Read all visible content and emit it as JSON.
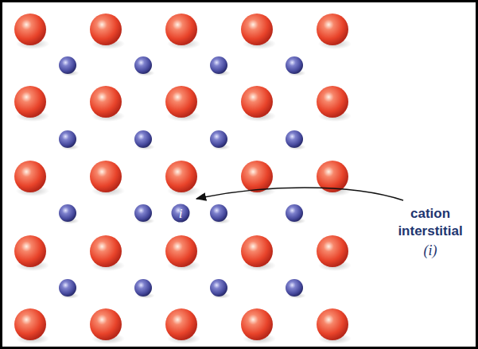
{
  "diagram": {
    "nodes": [
      {
        "text": [
          "i"
        ]
      }
    ],
    "labels": [
      "cation interstitial",
      "(i)"
    ]
  }
}
